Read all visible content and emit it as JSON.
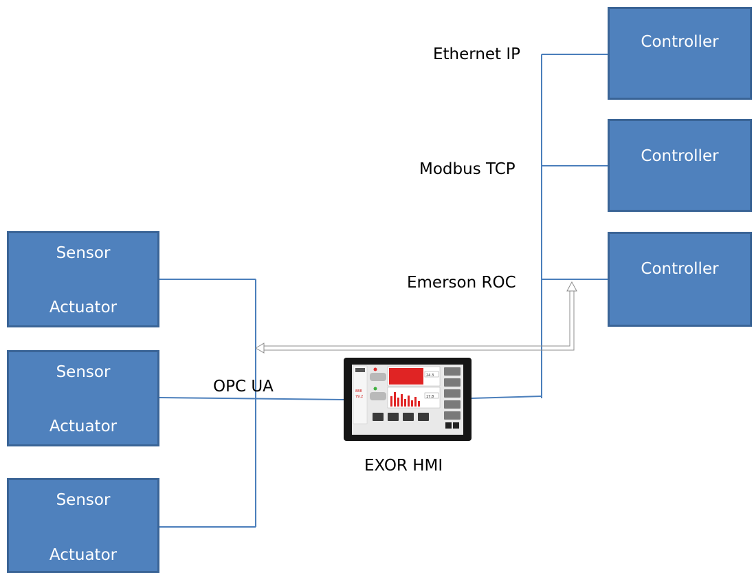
{
  "controllers": [
    {
      "label": "Controller"
    },
    {
      "label": "Controller"
    },
    {
      "label": "Controller"
    }
  ],
  "sensor_actuators": [
    {
      "line1": "Sensor",
      "line2": "Actuator"
    },
    {
      "line1": "Sensor",
      "line2": "Actuator"
    },
    {
      "line1": "Sensor",
      "line2": "Actuator"
    }
  ],
  "protocols": {
    "ethernet_ip": "Ethernet IP",
    "modbus_tcp": "Modbus TCP",
    "emerson_roc": "Emerson ROC",
    "opc_ua": "OPC UA"
  },
  "hmi": {
    "label": "EXOR HMI",
    "screen_values": [
      "888",
      "79.2",
      "24.3",
      "17.8"
    ]
  },
  "colors": {
    "box_fill": "#4f81bd",
    "box_border": "#3a6496",
    "wire": "#4a7ebb",
    "text_in_box": "#ffffff"
  }
}
